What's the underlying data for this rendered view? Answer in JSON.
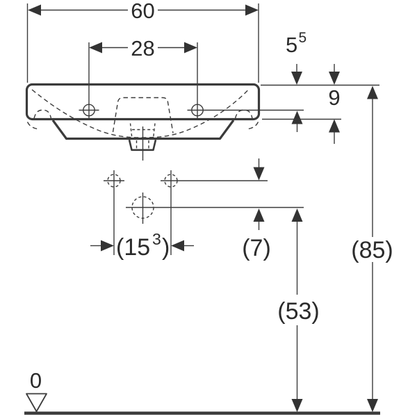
{
  "colors": {
    "line": "#3b3b3b",
    "text": "#2b2b2b",
    "arrow": "#333333",
    "bg": "#ffffff"
  },
  "labels": {
    "width_total": "60",
    "tap_spacing": "28",
    "tap_offset_main": "5",
    "tap_offset_sup": "5",
    "apron_height": "9",
    "fixing_open": "(15",
    "fixing_sup": "3",
    "fixing_close": ")",
    "drain_offset": "(7)",
    "trap_height": "(53)",
    "rim_height": "(85)",
    "datum_zero": "0"
  }
}
